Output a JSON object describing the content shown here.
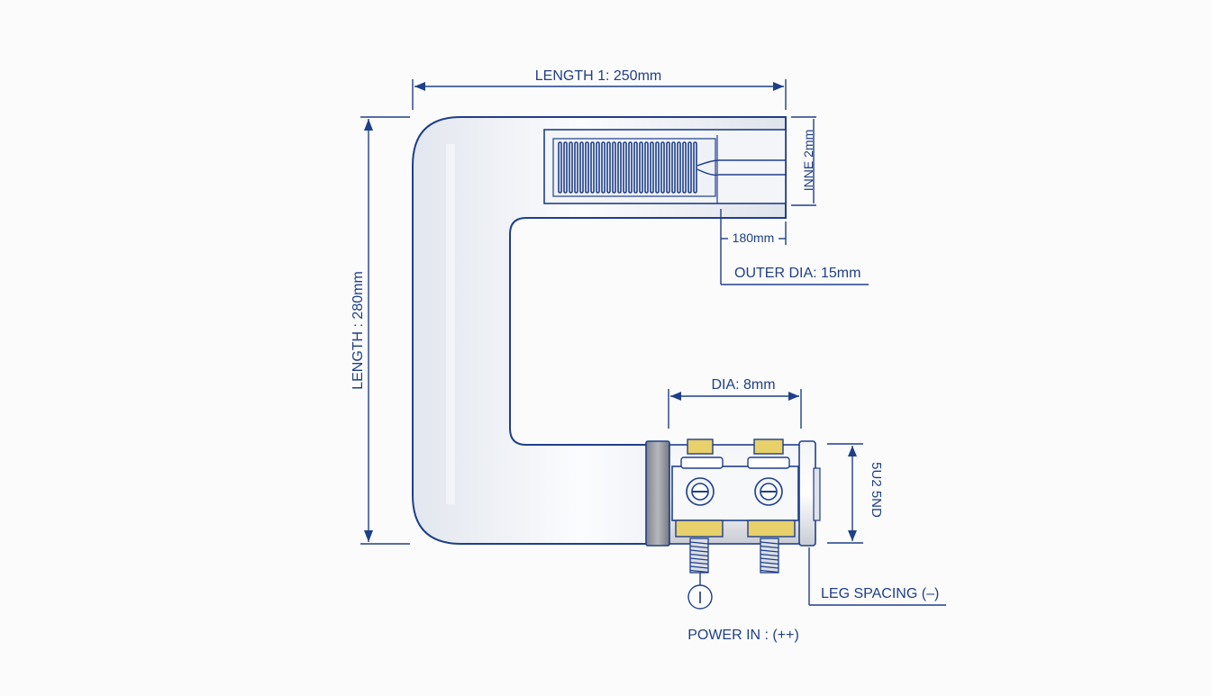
{
  "labels": {
    "length1": "LENGTH 1: 250mm",
    "length2": "LENGTH : 280mm",
    "inner": "INNE 2mm",
    "coil_len": "180mm",
    "outer_dia": "OUTER DIA: 15mm",
    "dia": "DIA: 8mm",
    "side": "5U2 5ND",
    "leg_spacing": "LEG SPACING (–)",
    "power_symbol": "I",
    "power_in": "POWER IN : (++)"
  },
  "colors": {
    "line": "#1e3f8a",
    "text": "#1f3f86",
    "tube_fill": "#e8ebf1",
    "brass": "#e8d06a",
    "collar": "#8e9096"
  }
}
